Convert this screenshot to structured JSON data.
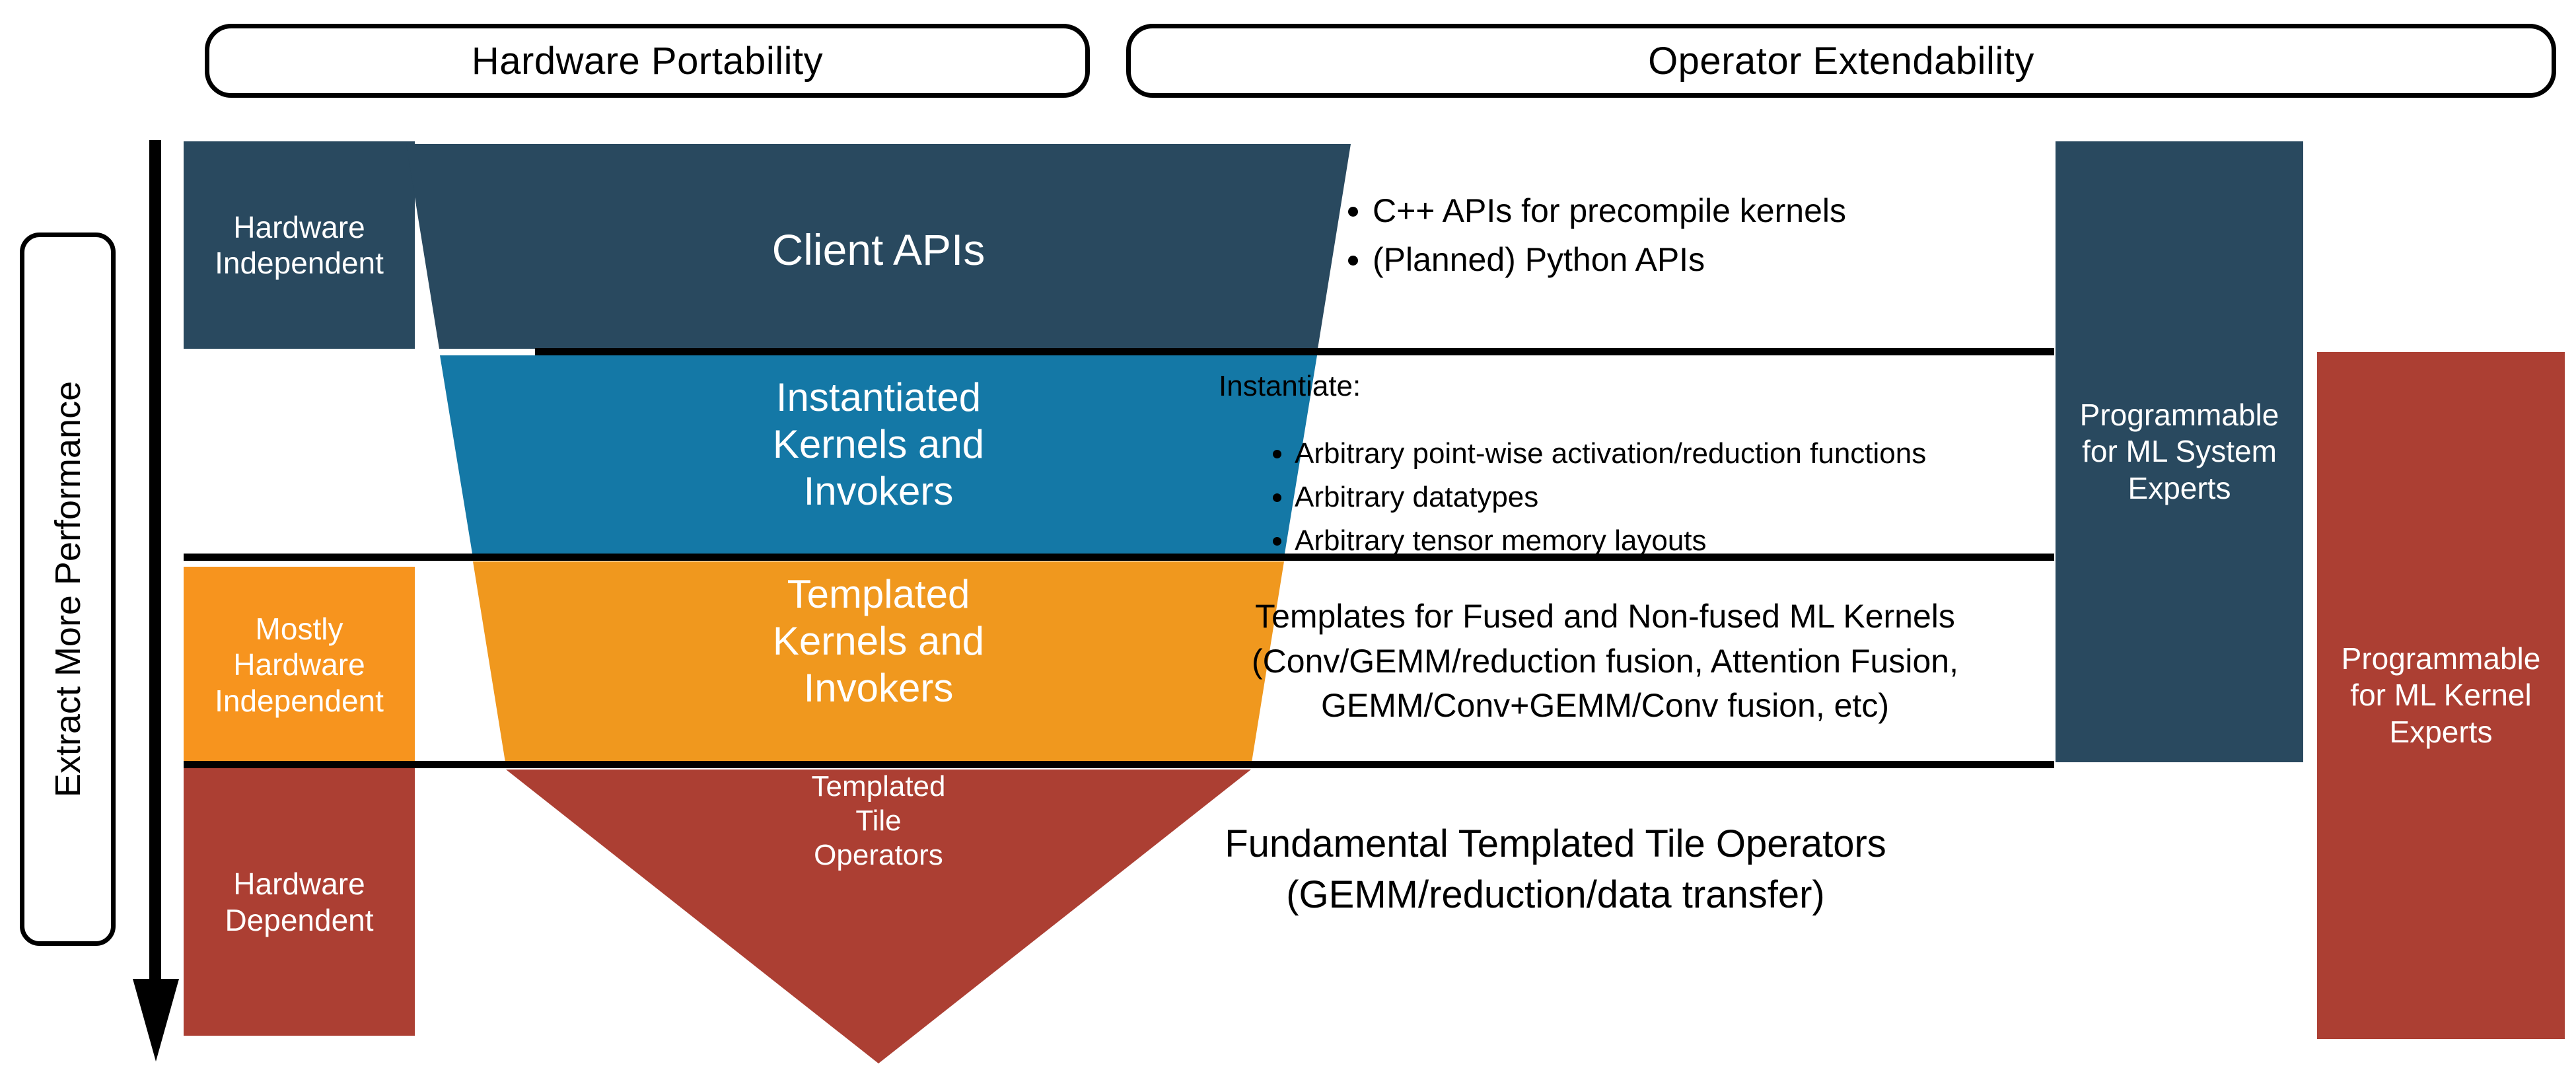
{
  "headers": {
    "hardware_portability": "Hardware Portability",
    "operator_extendability": "Operator Extendability"
  },
  "axis": {
    "performance_label": "Extract More Performance",
    "arrow_icon": "down-arrow-icon"
  },
  "stages": [
    {
      "id": "hardware-independent",
      "label_line1": "Hardware",
      "label_line2": "Independent",
      "label_line3": "",
      "color": "#29495F"
    },
    {
      "id": "mostly-hardware-independent",
      "label_line1": "Mostly",
      "label_line2": "Hardware",
      "label_line3": "Independent",
      "color": "#F7941E"
    },
    {
      "id": "hardware-dependent",
      "label_line1": "Hardware",
      "label_line2": "Dependent",
      "label_line3": "",
      "color": "#AC3F33"
    }
  ],
  "funnel": {
    "layers": [
      {
        "id": "client-apis",
        "label_line1": "Client APIs",
        "label_line2": "",
        "label_line3": "",
        "color": "#29495F"
      },
      {
        "id": "instantiated-kernels",
        "label_line1": "Instantiated",
        "label_line2": "Kernels and",
        "label_line3": "Invokers",
        "color": "#1478A6"
      },
      {
        "id": "templated-kernels",
        "label_line1": "Templated",
        "label_line2": "Kernels and",
        "label_line3": "Invokers",
        "color": "#F0981E"
      },
      {
        "id": "templated-tile-operators",
        "label_line1": "Templated",
        "label_line2": "Tile",
        "label_line3": "Operators",
        "color": "#AC3F33"
      }
    ]
  },
  "descriptions": {
    "client_apis_bullets": [
      "C++ APIs for precompile kernels",
      "(Planned) Python APIs"
    ],
    "instantiate_lead": "Instantiate:",
    "instantiate_bullets": [
      "Arbitrary point-wise activation/reduction functions",
      "Arbitrary datatypes",
      "Arbitrary tensor memory layouts"
    ],
    "templates_lines": [
      "Templates for Fused and Non-fused ML Kernels",
      "(Conv/GEMM/reduction fusion, Attention Fusion,",
      "GEMM/Conv+GEMM/Conv fusion, etc)"
    ],
    "fundamental_lines": [
      "Fundamental Templated Tile Operators",
      "(GEMM/reduction/data transfer)"
    ]
  },
  "audiences": [
    {
      "id": "ml-system-experts",
      "line1": "Programmable",
      "line2": "for ML System",
      "line3": "Experts",
      "color": "#29495F"
    },
    {
      "id": "ml-kernel-experts",
      "line1": "Programmable",
      "line2": "for ML Kernel",
      "line3": "Experts",
      "color": "#AC3F33"
    }
  ],
  "colors": {
    "dark_blue": "#29495F",
    "teal_blue": "#1478A6",
    "orange": "#F0981E",
    "bright_orange": "#F7941E",
    "red": "#AC3F33",
    "black": "#000000",
    "white": "#FFFFFF"
  }
}
